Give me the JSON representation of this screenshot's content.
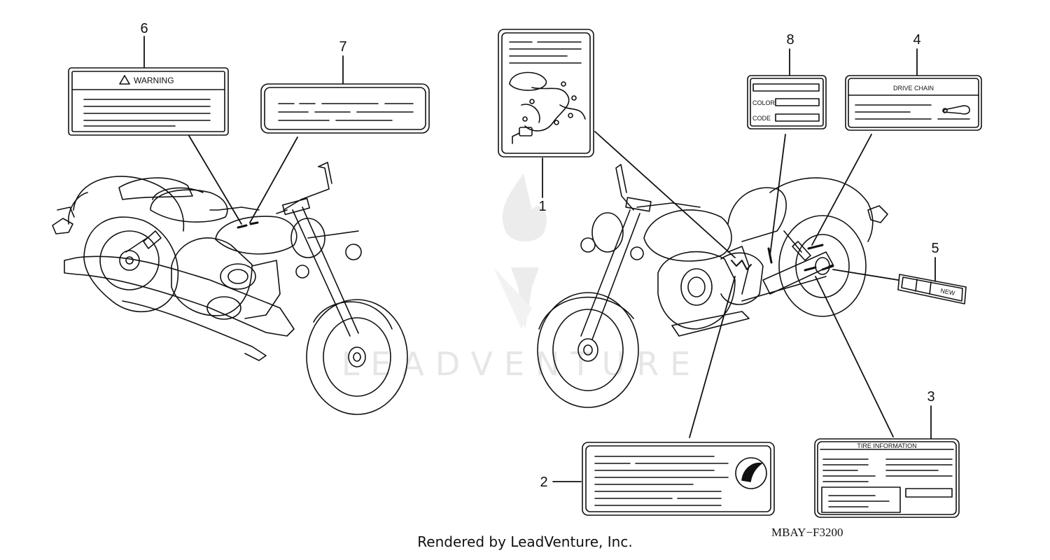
{
  "diagram": {
    "callouts": [
      {
        "id": "c1",
        "number": "1"
      },
      {
        "id": "c2",
        "number": "2"
      },
      {
        "id": "c3",
        "number": "3"
      },
      {
        "id": "c4",
        "number": "4"
      },
      {
        "id": "c5",
        "number": "5"
      },
      {
        "id": "c6",
        "number": "6"
      },
      {
        "id": "c7",
        "number": "7"
      },
      {
        "id": "c8",
        "number": "8"
      }
    ],
    "label_texts": {
      "warning": "WARNING",
      "drive_chain": "DRIVE CHAIN",
      "color": "COLOR",
      "code": "CODE",
      "tire_information": "TIRE INFORMATION",
      "new": "NEW"
    },
    "diagram_code": "MBAY−F3200",
    "watermark": "LEADVENTURE"
  },
  "footer": {
    "text": "Rendered by LeadVenture, Inc."
  }
}
